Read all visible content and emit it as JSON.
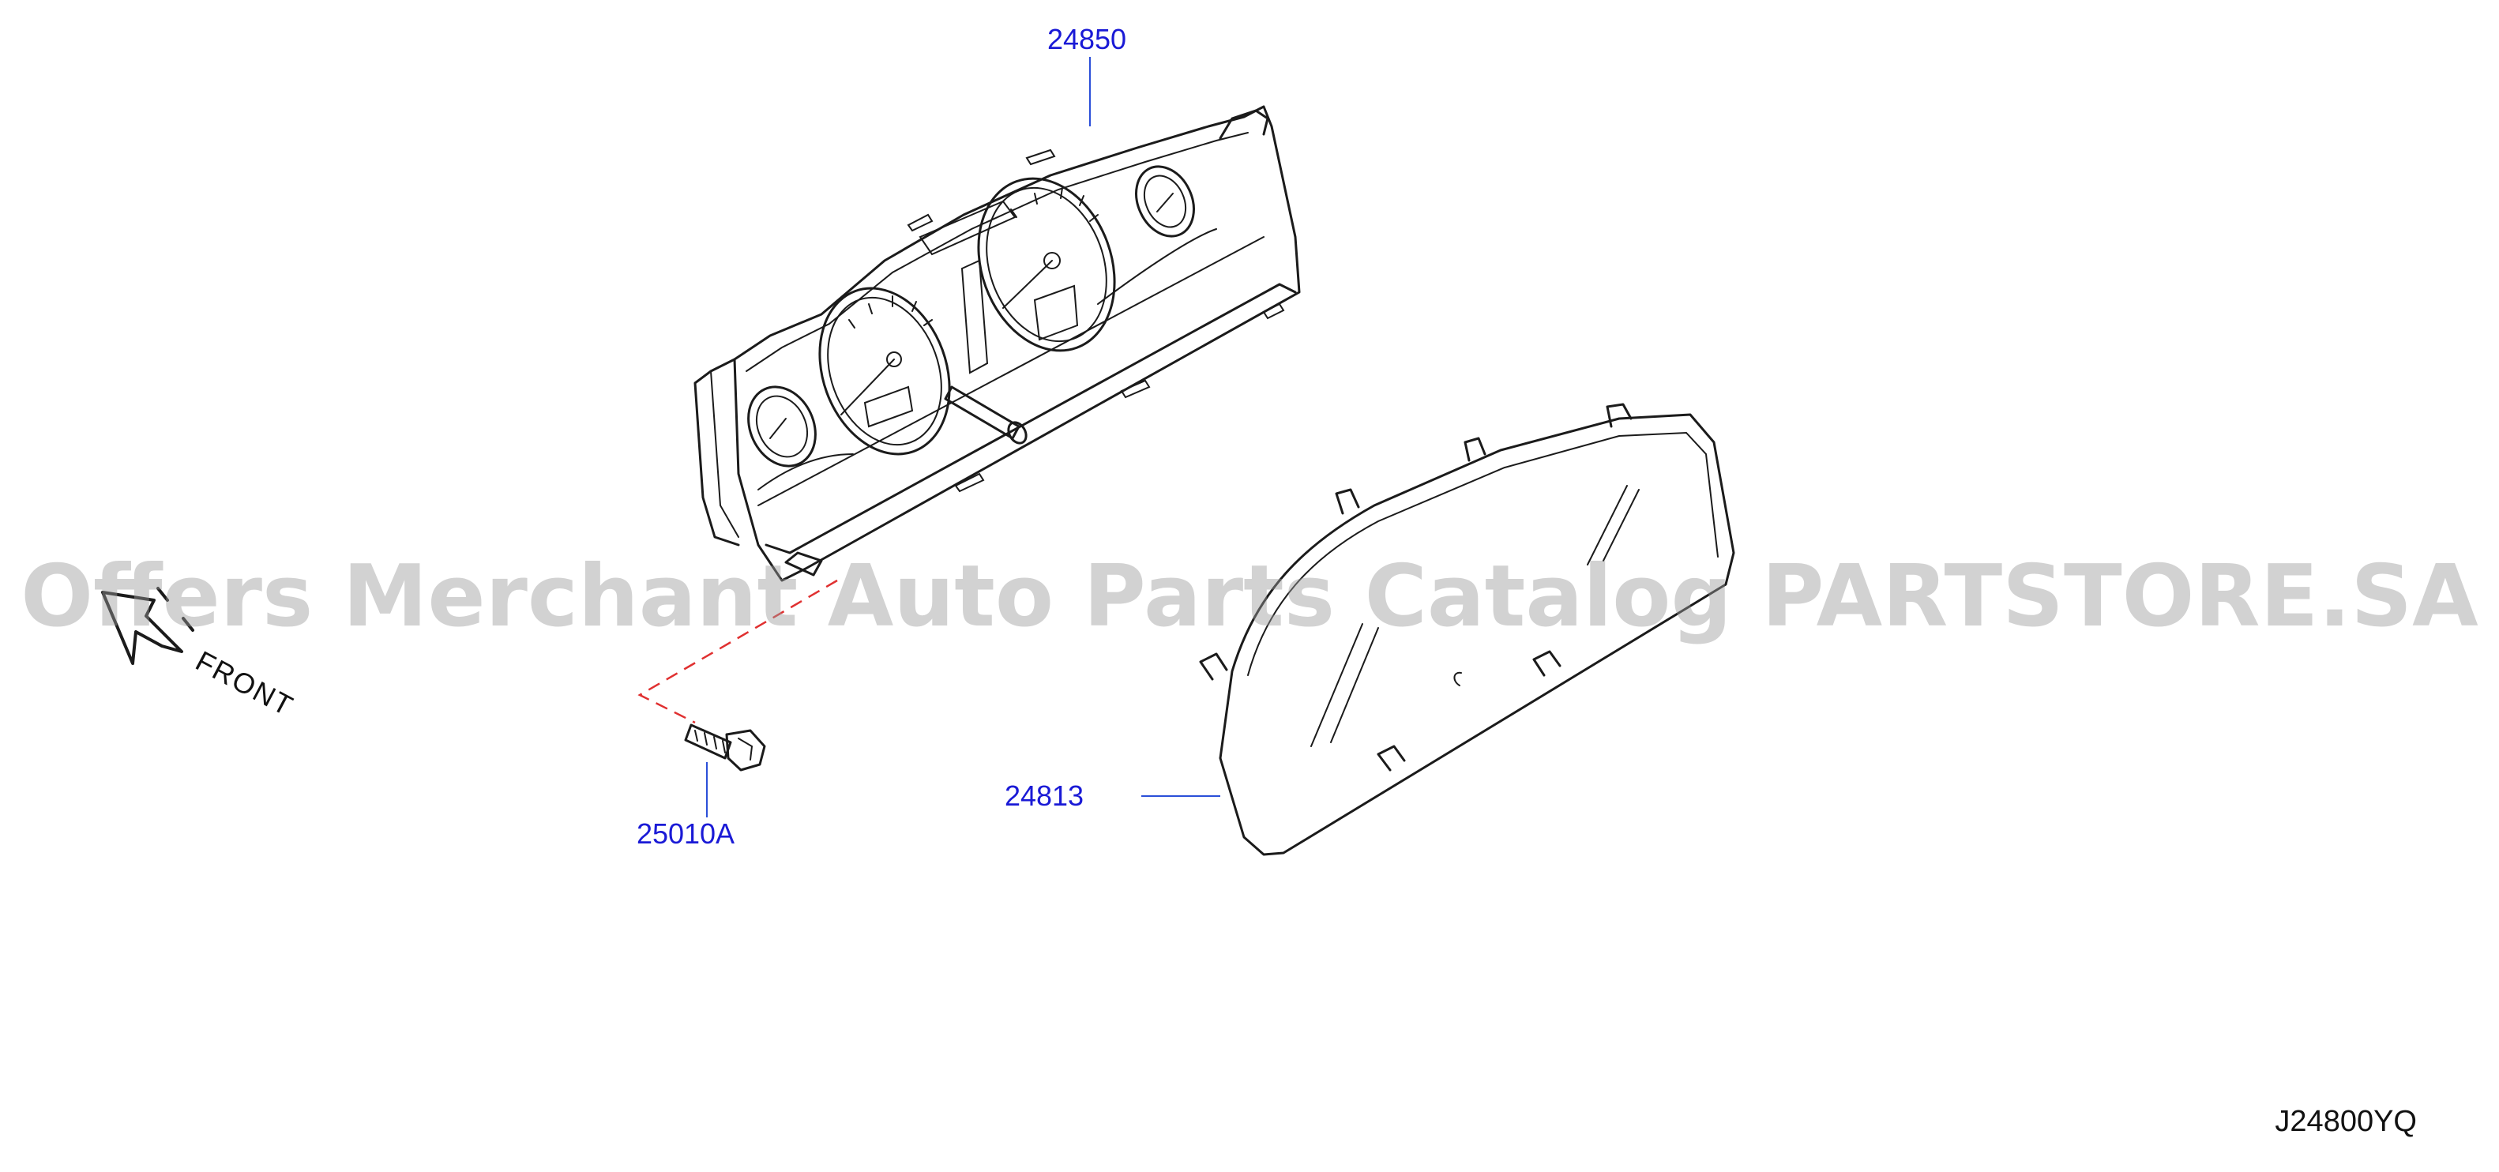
{
  "diagram": {
    "callouts": {
      "cluster": "24850",
      "lens": "24813",
      "screw": "25010A"
    },
    "front_label": "FRONT",
    "diagram_code": "J24800YQ",
    "watermark": "Offers Merchant Auto Parts Catalog PARTSTORE.SA"
  },
  "colors": {
    "callout_text": "#1a1ad6",
    "leader_line": "#2b4fd8",
    "hidden_line": "#e03030",
    "line_art": "#1b1b1b"
  },
  "icons": {
    "front_arrow": "front-arrow-icon"
  }
}
